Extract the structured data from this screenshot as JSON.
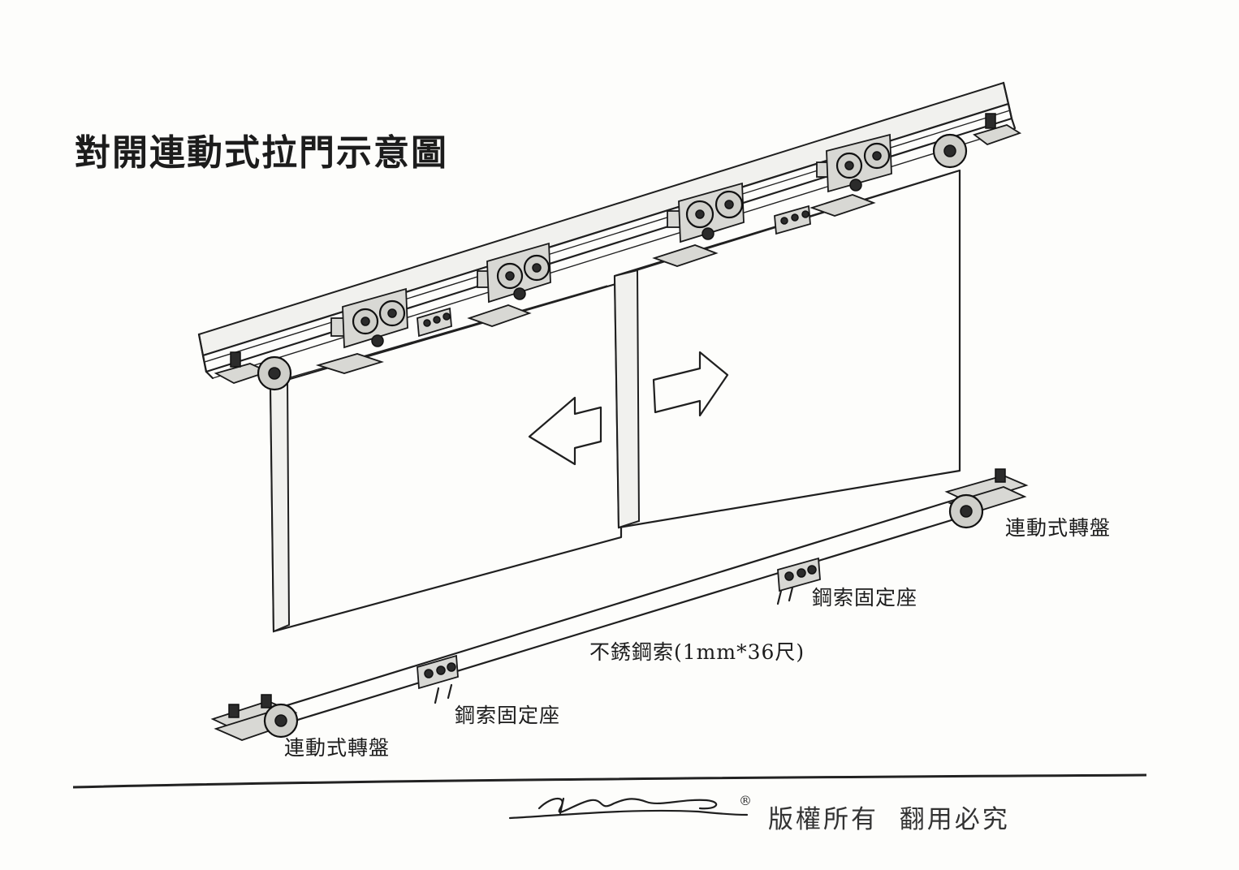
{
  "title": "對開連動式拉門示意圖",
  "labels": {
    "pulley_right": "連動式轉盤",
    "clamp_right": "鋼索固定座",
    "cable": "不銹鋼索(1mm*36尺)",
    "clamp_left": "鋼索固定座",
    "pulley_left": "連動式轉盤"
  },
  "footer": {
    "registered_mark": "®",
    "copyright": "版權所有  翻用必究"
  },
  "icons": {
    "arrow_left": "arrow-left-icon",
    "arrow_right": "arrow-right-icon"
  },
  "colors": {
    "ink": "#1f1f1f",
    "paper": "#fdfdfb"
  }
}
